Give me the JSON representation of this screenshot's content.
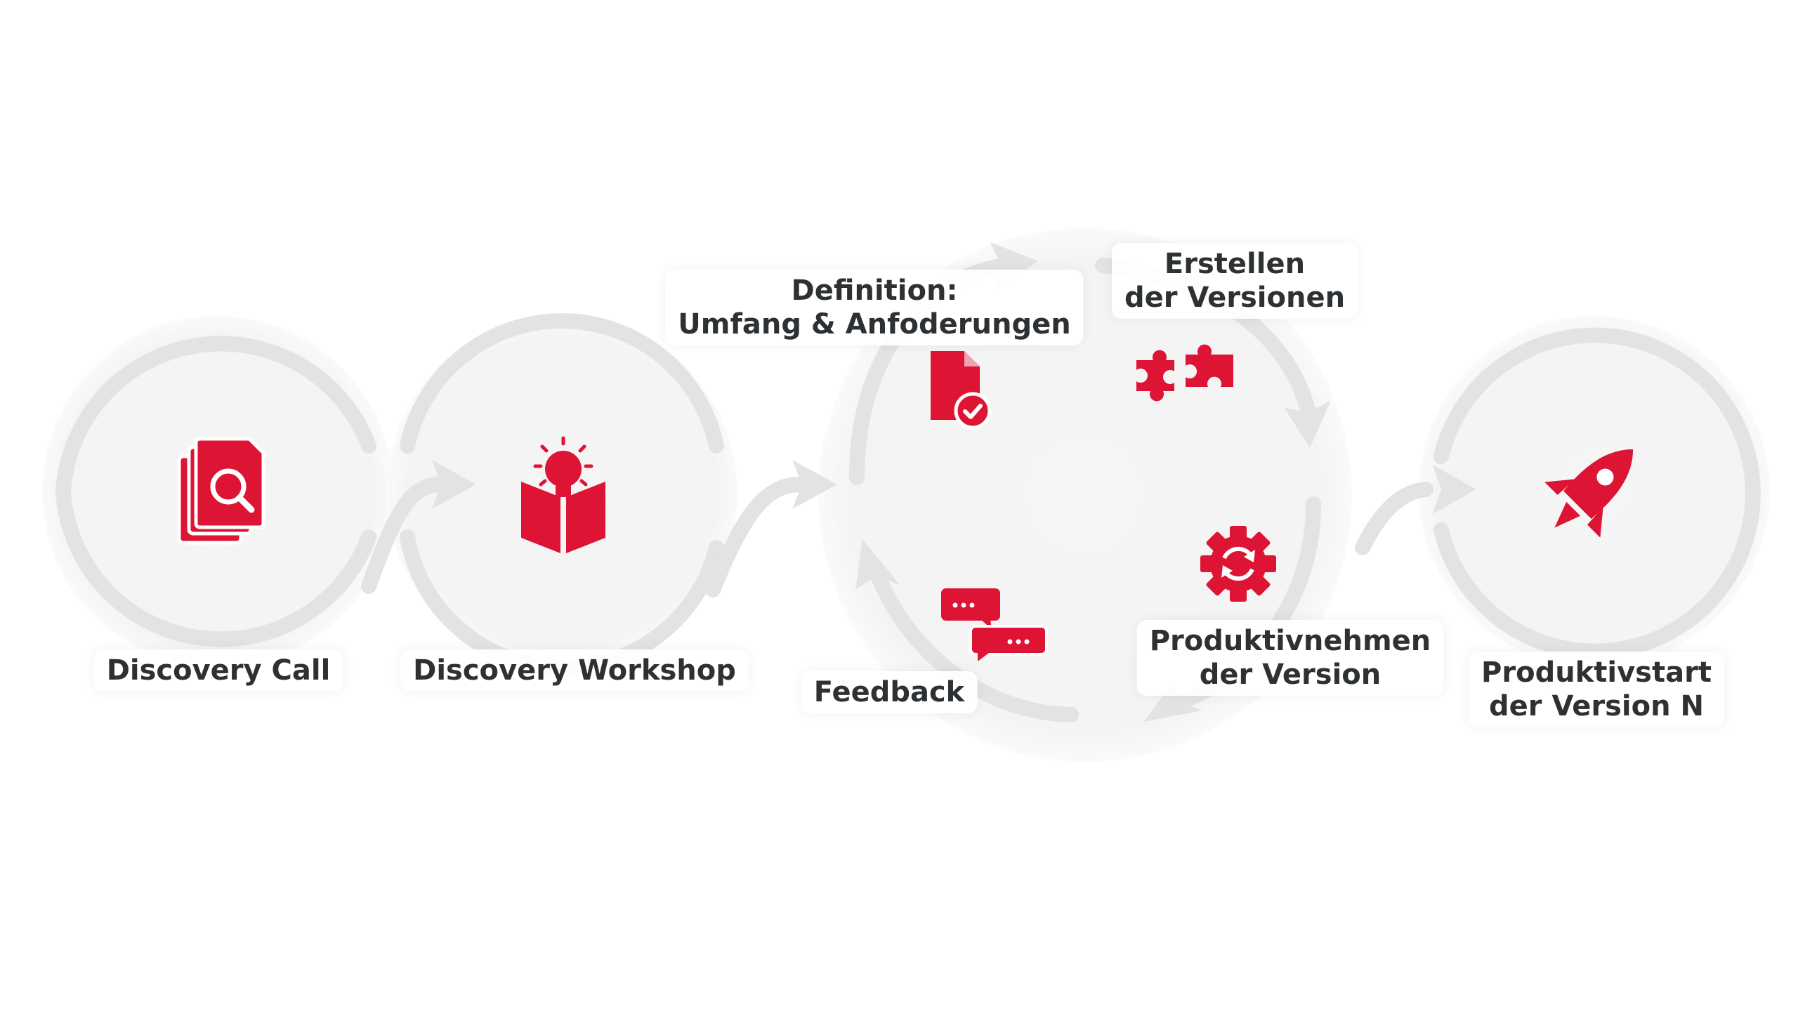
{
  "colors": {
    "accent": "#dd1433",
    "track": "#e3e3e3",
    "disc": "#f6f6f6",
    "text": "#2e3133"
  },
  "steps": [
    {
      "id": "discovery-call",
      "icon": "document-search-icon",
      "lines": [
        "Discovery Call"
      ]
    },
    {
      "id": "discovery-workshop",
      "icon": "lightbulb-book-icon",
      "lines": [
        "Discovery Workshop"
      ]
    },
    {
      "id": "definition",
      "icon": "document-check-icon",
      "lines": [
        "Definition:",
        "Umfang & Anfoderungen"
      ]
    },
    {
      "id": "erstellen",
      "icon": "puzzle-pieces-icon",
      "lines": [
        "Erstellen",
        "der Versionen"
      ]
    },
    {
      "id": "produktivnehmen",
      "icon": "gear-refresh-icon",
      "lines": [
        "Produktivnehmen",
        "der Version"
      ]
    },
    {
      "id": "feedback",
      "icon": "chat-bubbles-icon",
      "lines": [
        "Feedback"
      ]
    },
    {
      "id": "produktivstart",
      "icon": "rocket-icon",
      "lines": [
        "Produktivstart",
        "der Version N"
      ]
    }
  ]
}
